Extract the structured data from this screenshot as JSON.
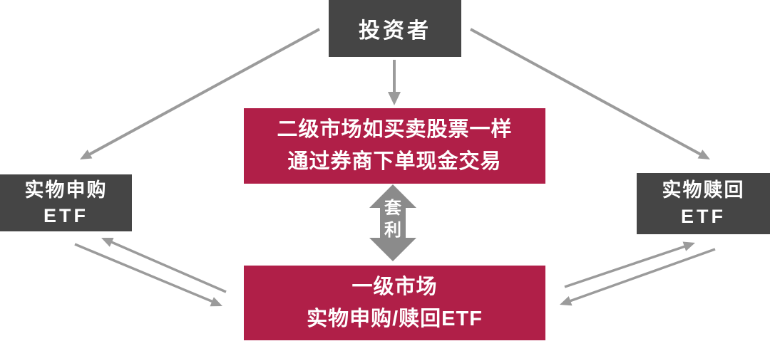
{
  "diagram": {
    "colors": {
      "node_dark_gray": "#454545",
      "node_crimson_red": "#B01F48",
      "thin_arrow_gray": "#9B9B9B",
      "block_arrow_gray": "#8B8B8B",
      "text_white": "#FFFFFF",
      "background": "#FFFFFF"
    },
    "nodes": {
      "investor": {
        "label": "投资者"
      },
      "secondary_market": {
        "line1": "二级市场如买卖股票一样",
        "line2": "通过券商下单现金交易"
      },
      "physical_creation": {
        "line1": "实物申购",
        "line2": "ETF"
      },
      "physical_redemption": {
        "line1": "实物赎回",
        "line2": "ETF"
      },
      "primary_market": {
        "line1": "一级市场",
        "line2": "实物申购/赎回ETF"
      }
    },
    "arbitrage": {
      "label": "套利",
      "char1": "套",
      "char2": "利"
    },
    "edges": [
      {
        "from": "investor",
        "to": "physical_creation",
        "style": "single-thin-arrow"
      },
      {
        "from": "investor",
        "to": "secondary_market",
        "style": "single-thin-arrow"
      },
      {
        "from": "investor",
        "to": "physical_redemption",
        "style": "single-thin-arrow"
      },
      {
        "from": "primary_market",
        "to": "physical_creation",
        "style": "single-thin-arrow"
      },
      {
        "from": "physical_creation",
        "to": "primary_market",
        "style": "single-thin-arrow"
      },
      {
        "from": "primary_market",
        "to": "physical_redemption",
        "style": "single-thin-arrow"
      },
      {
        "from": "physical_redemption",
        "to": "primary_market",
        "style": "single-thin-arrow"
      },
      {
        "from": "secondary_market",
        "to": "primary_market",
        "style": "double-headed-block-arrow",
        "label": "套利"
      }
    ]
  }
}
